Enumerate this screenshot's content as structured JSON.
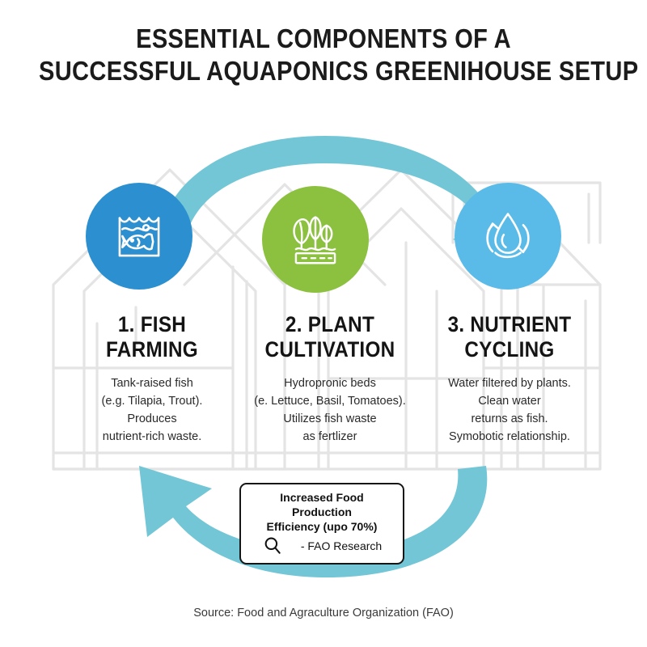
{
  "title": {
    "line1": "ESSENTIAL COMPONENTS OF A",
    "line2": "SUCCESSFUL AQUAPONICS GREENIHOUSE SETUP"
  },
  "colors": {
    "fish_circle": "#2b8fd0",
    "plant_circle": "#8cc140",
    "water_circle": "#5bbbe8",
    "arrow": "#72c6d6",
    "greenhouse_outline": "#e2e2e2",
    "text": "#1a1a1a",
    "background": "#ffffff"
  },
  "nodes": [
    {
      "id": "fish-farming",
      "icon": "fishbowl-icon",
      "circle_color": "#2b8fd0",
      "heading_line1": "1. FISH",
      "heading_line2": "FARMING",
      "body": [
        "Tank-raised fish",
        "(e.g. Tilapia, Trout).",
        "Produces",
        "nutrient-rich waste."
      ]
    },
    {
      "id": "plant-cultivation",
      "icon": "plant-bed-icon",
      "circle_color": "#8cc140",
      "heading_line1": "2. PLANT",
      "heading_line2": "CULTIVATION",
      "body": [
        "Hydropronic beds",
        "(e. Lettuce, Basil, Tomatoes).",
        "Utilizes fish waste",
        "as fertlizer"
      ]
    },
    {
      "id": "nutrient-cycling",
      "icon": "water-droplet-cycle-icon",
      "circle_color": "#5bbbe8",
      "heading_line1": "3. NUTRIENT",
      "heading_line2": "CYCLING",
      "body": [
        "Water filtered by plants.",
        "Clean water",
        "returns as fish.",
        "Symobotic relationship."
      ]
    }
  ],
  "callout": {
    "line1": "Increased Food Production",
    "line2": "Efficiency (upo 70%)",
    "icon": "magnifier-icon",
    "attribution": "- FAO Research"
  },
  "source": "Source: Food and Agraculture Organization (FAO)",
  "arrows": [
    {
      "id": "top-arrow",
      "from": "fish-farming",
      "to": "nutrient-cycling",
      "direction": "left-to-right",
      "color": "#72c6d6"
    },
    {
      "id": "bottom-arrow",
      "from": "nutrient-cycling",
      "to": "fish-farming",
      "direction": "right-to-left",
      "color": "#72c6d6"
    }
  ]
}
